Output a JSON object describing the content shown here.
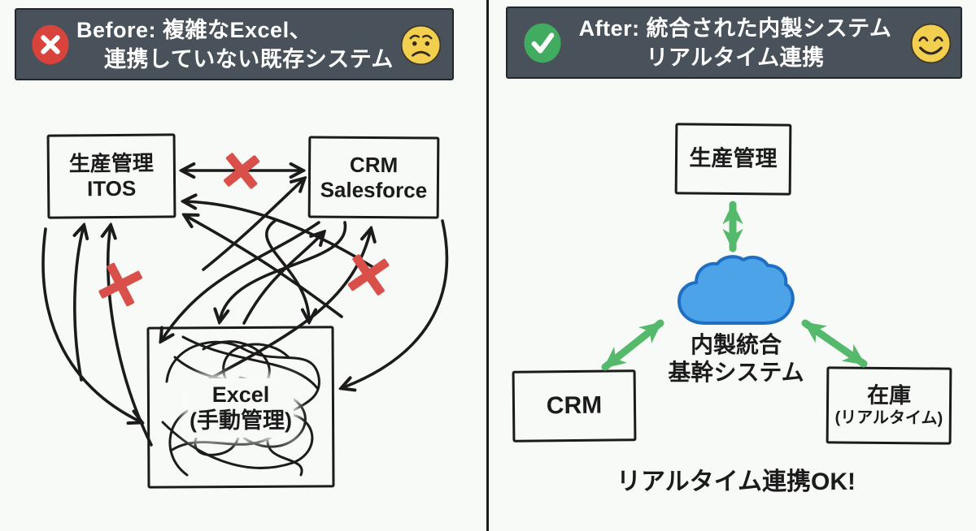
{
  "colors": {
    "background": "#f8faf7",
    "header_bg": "#49525a",
    "error_red": "#d8433c",
    "success_green": "#41ab60",
    "emoji_yellow": "#f2cf4e",
    "cloud_fill": "#4da3e8",
    "cloud_stroke": "#1e6fc4",
    "arrow_green": "#55b96c",
    "cross_red": "#d9504a",
    "ink": "#1b1b1b"
  },
  "icons": {
    "left_badge": "x-circle-icon",
    "left_emoji": "worried-face-emoji",
    "right_badge": "check-circle-icon",
    "right_emoji": "smiling-face-emoji",
    "cross_marks": "red-x-mark-icon",
    "cloud": "cloud-icon"
  },
  "left": {
    "header": {
      "title_line1": "Before: 複雑なExcel、",
      "title_line2": "連携していない既存システム"
    },
    "box_production": {
      "line1": "生産管理",
      "line2": "ITOS"
    },
    "box_crm": {
      "line1": "CRM",
      "line2": "Salesforce"
    },
    "box_excel": {
      "line1": "Excel",
      "line2": "(手動管理)"
    }
  },
  "right": {
    "header": {
      "title_line1": "After: 統合された内製システム",
      "title_line2": "リアルタイム連携"
    },
    "box_production": {
      "label": "生産管理"
    },
    "cloud_label": {
      "line1": "内製統合",
      "line2": "基幹システム"
    },
    "box_crm": {
      "label": "CRM"
    },
    "box_inventory": {
      "line1": "在庫",
      "line2": "(リアルタイム)"
    },
    "footer_text": "リアルタイム連携OK!"
  }
}
